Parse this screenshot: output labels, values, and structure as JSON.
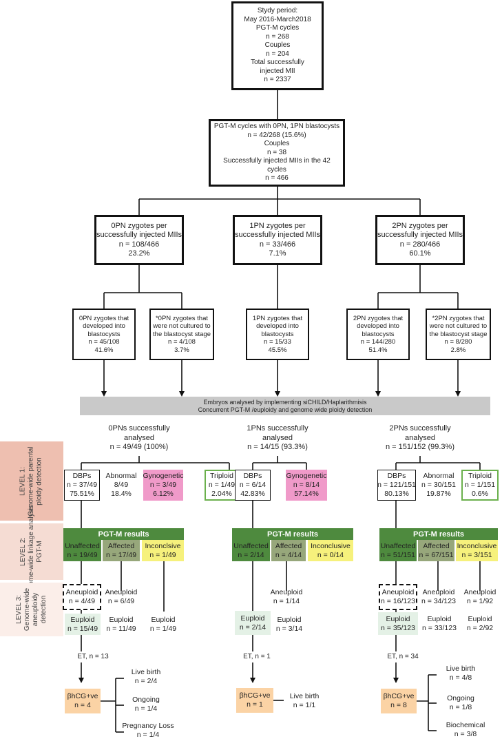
{
  "colors": {
    "green": "#4e8a3e",
    "olive": "#97a77b",
    "yellow": "#f6f17c",
    "pink": "#f09ac9",
    "peach": "#fbd3a5",
    "lightgreen": "#e4f1e6",
    "band": "#c9c9c9",
    "level1": "#eebfb0",
    "level2": "#f5dcd3",
    "level3": "#fbeee9"
  },
  "top": [
    "Stydy period:",
    "May 2016-March2018",
    "PGT-M cycles",
    "n = 268",
    "Couples",
    "n = 204",
    "Total successfully",
    "injected MII",
    "n = 2337"
  ],
  "second": [
    "PGT-M cycles with 0PN, 1PN blastocysts",
    "n = 42/268 (15.6%)",
    "Couples",
    "n = 38",
    "Successfully injected MIIs in the 42",
    "cycles",
    "n = 466"
  ],
  "zygotes": [
    [
      "0PN zygotes per",
      "successfully injected MIIs",
      "n = 108/466",
      "23.2%"
    ],
    [
      "1PN zygotes per",
      "successfully injected MIIs",
      "n = 33/466",
      "7.1%"
    ],
    [
      "2PN zygotes per",
      "successfully injected MIIs",
      "n = 280/466",
      "60.1%"
    ]
  ],
  "blasto": [
    [
      "0PN zygotes that",
      "developed into",
      "blastocysts",
      "n = 45/108",
      "41.6%"
    ],
    [
      "*0PN zygotes that",
      "were not cultured to",
      "the blastocyst stage",
      "n = 4/108",
      "3.7%"
    ],
    [
      "1PN zygotes that",
      "developed into",
      "blastocysts",
      "n = 15/33",
      "45.5%"
    ],
    [
      "2PN zygotes that",
      "developed into",
      "blastocysts",
      "n = 144/280",
      "51.4%"
    ],
    [
      "*2PN zygotes that",
      "were not cultured to",
      "the blastocyst stage",
      "n = 8/280",
      "2.8%"
    ]
  ],
  "band": [
    "Embryos analysed by implementing siCHILD/Haplarithmisis",
    "Concurrent PGT-M /euploidy and genome wide ploidy detection"
  ],
  "levels": [
    [
      "LEVEL 1:",
      "Genome-wide parental",
      "ploidy detection"
    ],
    [
      "LEVEL 2:",
      "Genome-wide linkage analysis",
      "PGT-M"
    ],
    [
      "LEVEL 3:",
      "Genome-wide",
      "aneuploidy",
      "detection"
    ]
  ],
  "analysed": [
    [
      "0PNs successfully",
      "analysed",
      "n = 49/49 (100%)"
    ],
    [
      "1PNs  successfully",
      "analysed",
      "n = 14/15 (93.3%)"
    ],
    [
      "2PNs  successfully",
      "analysed",
      "n = 151/152 (99.3%)"
    ]
  ],
  "level1": {
    "c0_dbps": [
      "DBPs",
      "n = 37/49",
      "75.51%"
    ],
    "c0_abn": [
      "Abnormal",
      "8/49",
      "18.4%"
    ],
    "c0_gyn": [
      "Gynogenetic",
      "n = 3/49",
      "6.12%"
    ],
    "c0_tri": [
      "Triploid",
      "n = 1/49",
      "2.04%"
    ],
    "c1_dbps": [
      "DBPs",
      "n = 6/14",
      "42.83%"
    ],
    "c1_gyn": [
      "Gynogenetic",
      "n = 8/14",
      "57.14%"
    ],
    "c2_dbps": [
      "DBPs",
      "n = 121/151",
      "80.13%"
    ],
    "c2_abn": [
      "Abnormal",
      "n = 30/151",
      "19.87%"
    ],
    "c2_tri": [
      "Triploid",
      "n = 1/151",
      "0.6%"
    ]
  },
  "pgtm_header": "PGT-M results",
  "level2": [
    [
      [
        "Unaffected",
        "n = 19/49"
      ],
      [
        "Affected",
        "n = 17/49"
      ],
      [
        "Inconclsive",
        "n = 1/49"
      ]
    ],
    [
      [
        "Unaffected",
        "n = 2/14"
      ],
      [
        "Affected",
        "n = 4/14"
      ],
      [
        "Inconclusive",
        "n = 0/14"
      ]
    ],
    [
      [
        "Unaffected",
        "n = 51/151"
      ],
      [
        "Affected",
        "n = 67/151"
      ],
      [
        "Inconclusive",
        "n = 3/151"
      ]
    ]
  ],
  "aneu": [
    [
      [
        "Aneuploid",
        "n = 4/49"
      ],
      [
        "Aneuploid",
        "n = 6/49"
      ]
    ],
    [
      [
        "Aneuploid",
        "n = 1/14"
      ]
    ],
    [
      [
        "Aneuploid",
        "n = 16/123"
      ],
      [
        "Aneuploid",
        "n = 34/123"
      ],
      [
        "Aneuploid",
        "n = 1/92"
      ]
    ]
  ],
  "eu": [
    [
      [
        "Euploid",
        "n = 15/49"
      ],
      [
        "Euploid",
        "n = 11/49"
      ],
      [
        "Euploid",
        "n = 1/49"
      ]
    ],
    [
      [
        "Euploid",
        "n = 2/14"
      ],
      [
        "Euploid",
        "n = 3/14"
      ]
    ],
    [
      [
        "Euploid",
        "n = 35/123"
      ],
      [
        "Euploid",
        "n = 33/123"
      ],
      [
        "Euploid",
        "n = 2/92"
      ]
    ]
  ],
  "et": [
    "ET, n = 13",
    "ET, n = 1",
    "ET, n = 34"
  ],
  "hcg": [
    [
      "βhCG+ve",
      "n = 4"
    ],
    [
      "βhCG+ve",
      "n = 1"
    ],
    [
      "βhCG+ve",
      "n = 8"
    ]
  ],
  "outcomes": [
    [
      [
        "Live birth",
        "n = 2/4"
      ],
      [
        "Ongoing",
        "n = 1/4"
      ],
      [
        "Pregnancy Loss",
        "n = 1/4"
      ]
    ],
    [
      [
        "Live birth",
        "n = 1/1"
      ]
    ],
    [
      [
        "Live birth",
        "n = 4/8"
      ],
      [
        "Ongoing",
        "n = 1/8"
      ],
      [
        "Biochemical",
        "n = 3/8"
      ]
    ]
  ]
}
